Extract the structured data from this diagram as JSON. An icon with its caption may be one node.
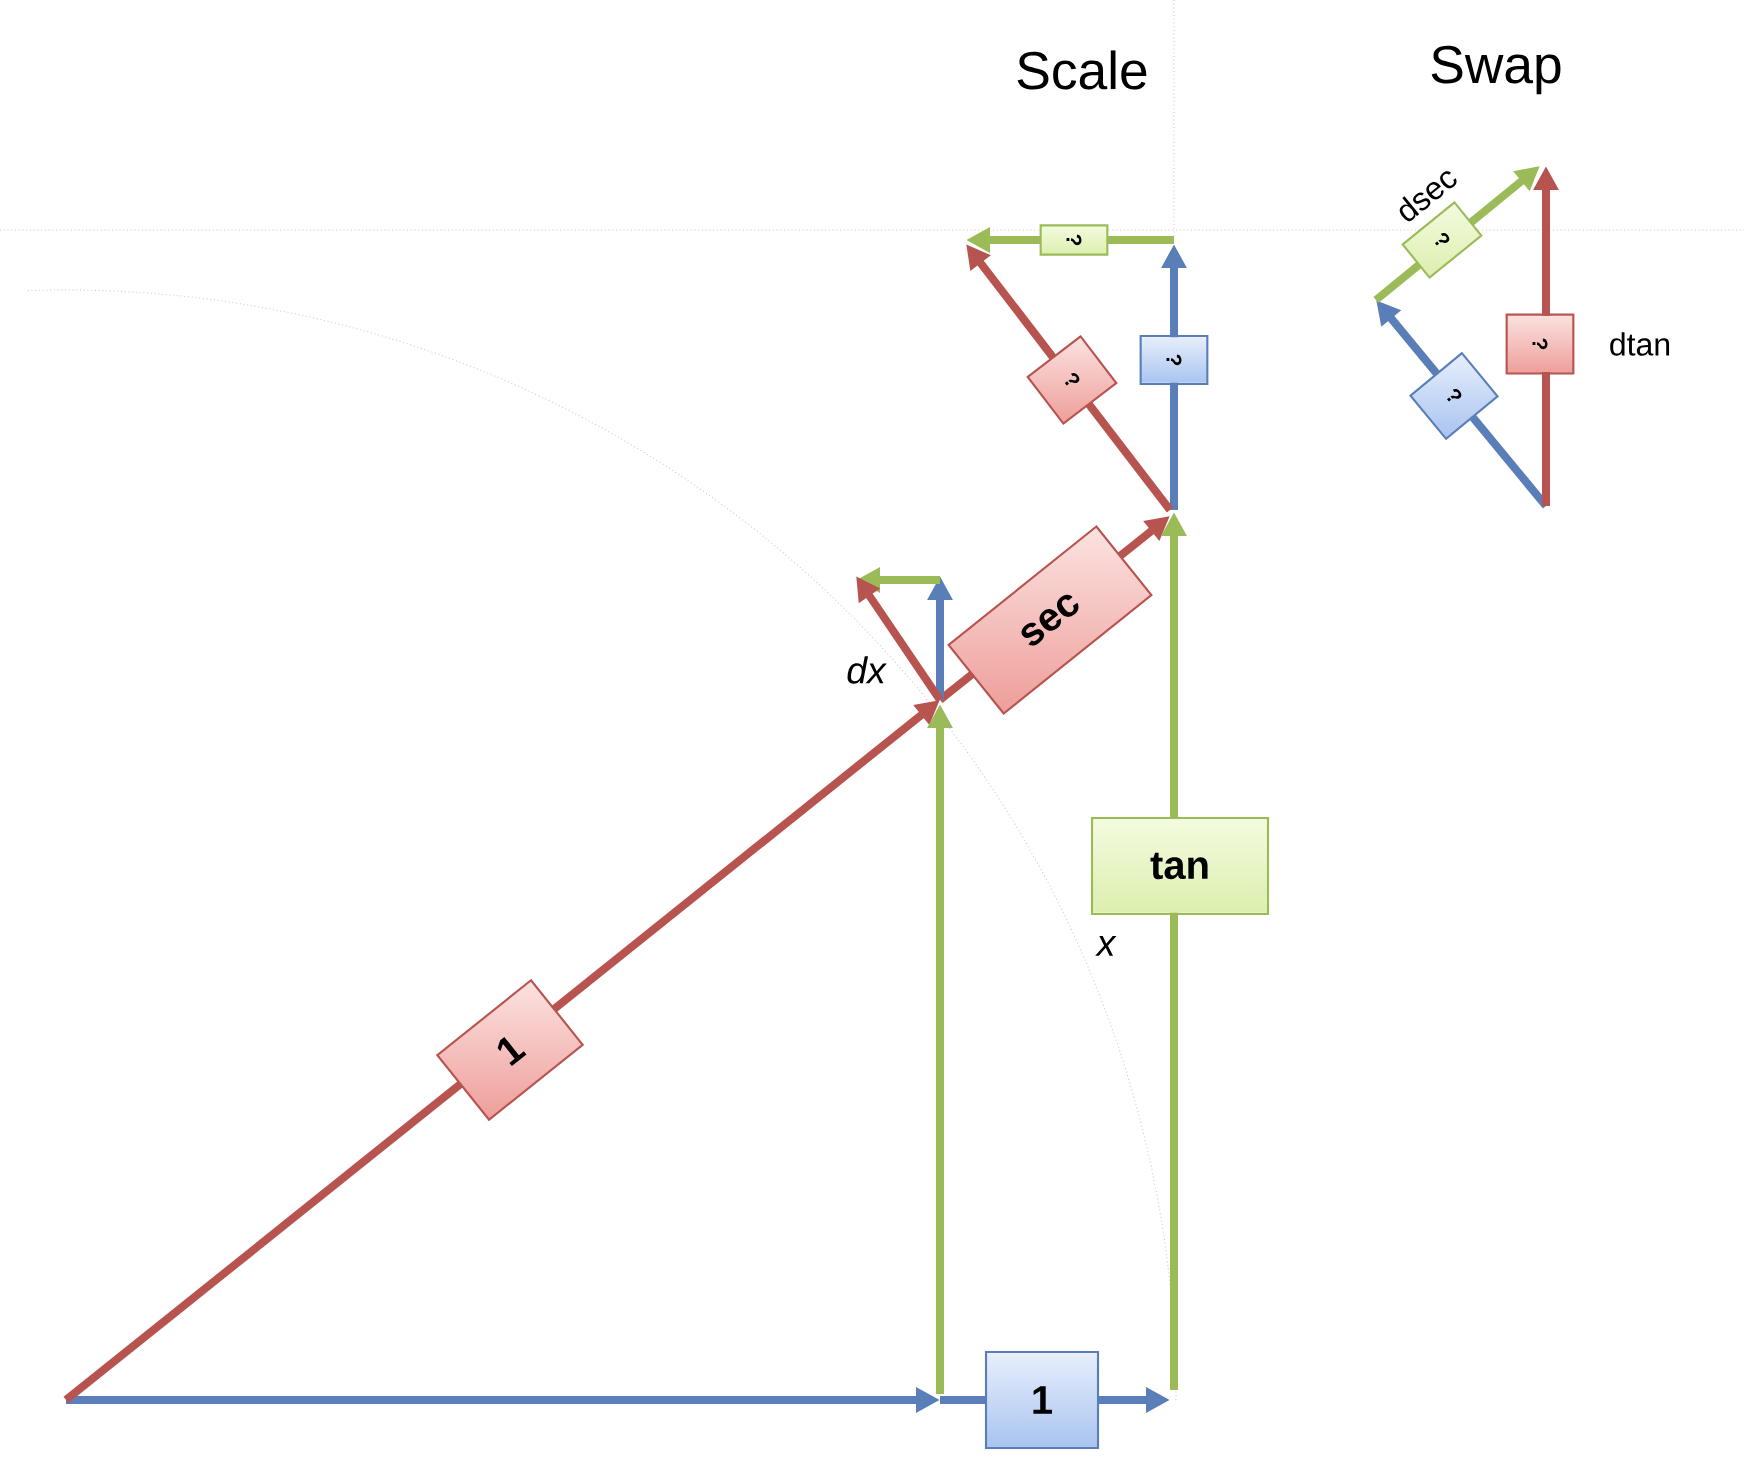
{
  "diagram": {
    "nodes": [
      {
        "text": [
          "?"
        ]
      },
      {
        "text": [
          "?"
        ],
        "beside": [
          "dsec"
        ]
      },
      {
        "text": [
          "?"
        ]
      },
      {
        "text": [
          "?"
        ]
      },
      {
        "text": [
          "?"
        ],
        "beside": [
          "dtan"
        ]
      },
      {
        "text": [
          "?"
        ]
      },
      {
        "text": [
          "sec"
        ]
      },
      {
        "text": [
          "tan"
        ]
      },
      {
        "text": [
          "1"
        ]
      },
      {
        "text": [
          "1"
        ]
      }
    ],
    "labels": [
      "Scale",
      "Swap",
      "dx",
      "x"
    ]
  }
}
